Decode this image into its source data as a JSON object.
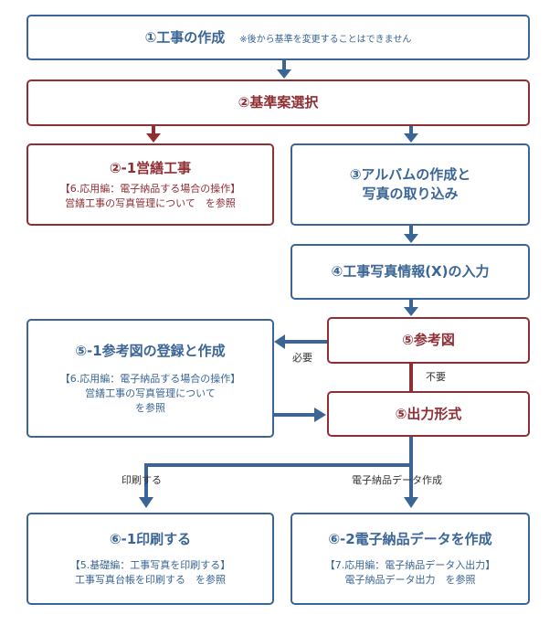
{
  "colors": {
    "blue": "#3a6595",
    "red": "#8f2f34"
  },
  "step1": {
    "title": "①工事の作成",
    "note": "※後から基準を変更することはできません"
  },
  "step2": {
    "title": "②基準案選択"
  },
  "step2_1": {
    "title": "②-1営繕工事",
    "ref1": "【6.応用編：電子納品する場合の操作】",
    "ref2": "営繕工事の写真管理について　を参照"
  },
  "step3": {
    "line1": "③アルバムの作成と",
    "line2": "写真の取り込み"
  },
  "step4": {
    "title": "④工事写真情報(X)の入力"
  },
  "step5_1": {
    "title": "⑤-1参考図の登録と作成",
    "ref1": "【6.応用編：電子納品する場合の操作】",
    "ref2": "営繕工事の写真管理について",
    "ref3": "を参照"
  },
  "step5a": {
    "title": "⑤参考図"
  },
  "step5b": {
    "title": "⑤出力形式"
  },
  "labels": {
    "required": "必要",
    "not_required": "不要",
    "print": "印刷する",
    "electronic": "電子納品データ作成"
  },
  "step6_1": {
    "title": "⑥-1印刷する",
    "ref1": "【5.基礎編：工事写真を印刷する】",
    "ref2": "工事写真台帳を印刷する　を参照"
  },
  "step6_2": {
    "title": "⑥-2電子納品データを作成",
    "ref1": "【7.応用編：電子納品データ入出力】",
    "ref2": "電子納品データ出力　を参照"
  }
}
